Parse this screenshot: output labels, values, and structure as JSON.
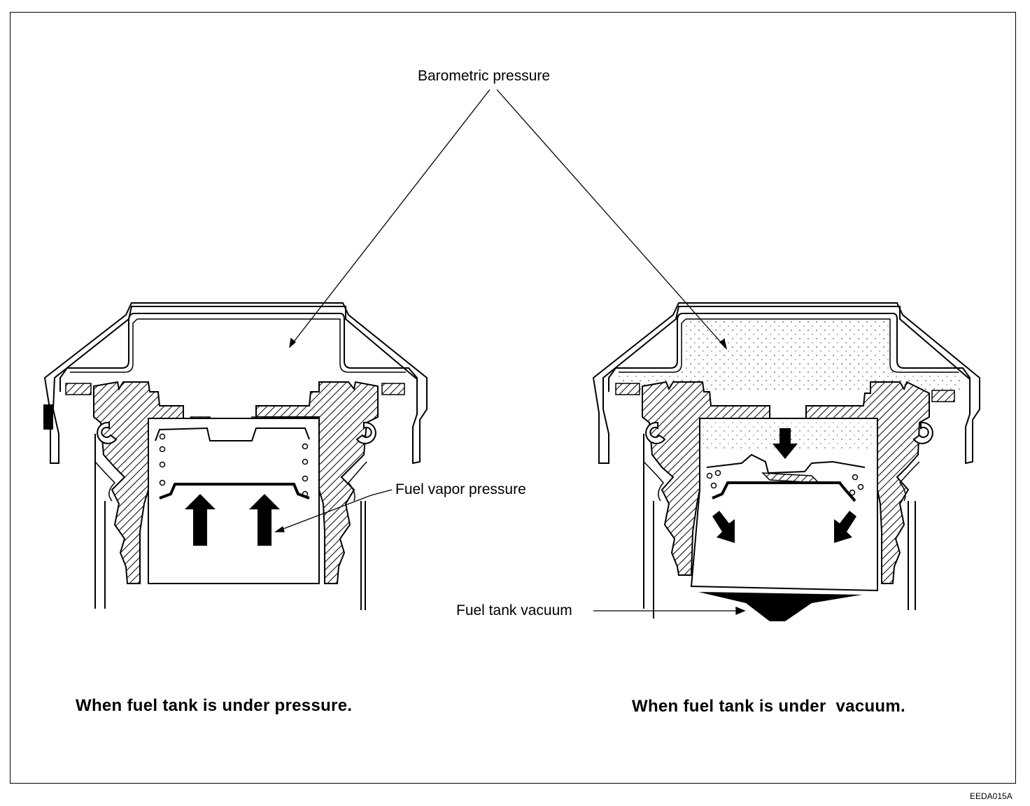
{
  "labels": {
    "barometric_pressure": "Barometric pressure",
    "fuel_vapor_pressure": "Fuel vapor pressure",
    "fuel_tank_vacuum": "Fuel tank vacuum"
  },
  "captions": {
    "left": "When fuel tank is under pressure.",
    "right": "When fuel tank is under  vacuum."
  },
  "figure_code": "EEDA015A"
}
